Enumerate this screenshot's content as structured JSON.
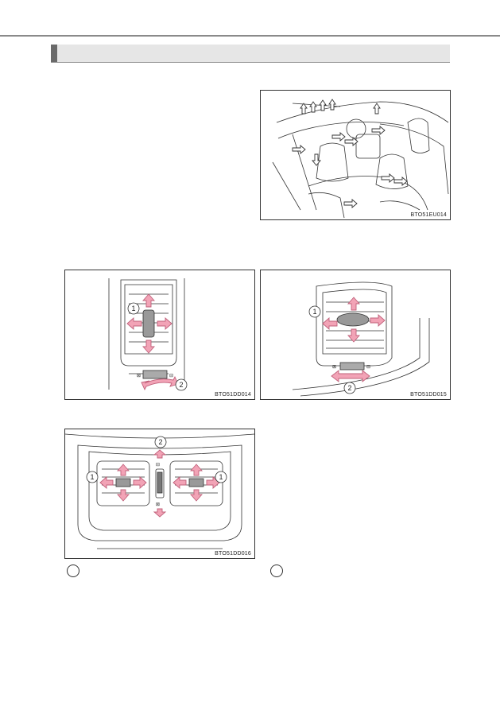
{
  "figures": {
    "fig1": {
      "code": "BTO51EU014"
    },
    "fig2": {
      "code": "BTO51DD014",
      "label_1": "1",
      "label_2": "2"
    },
    "fig3": {
      "code": "BTO51DD015",
      "label_1": "1",
      "label_2": "2"
    },
    "fig4": {
      "code": "BTO51DD016",
      "label_1_left": "1",
      "label_1_right": "1",
      "label_2": "2"
    }
  },
  "colors": {
    "arrow_fill": "#f2a3b6",
    "arrow_stroke": "#c0607a",
    "line": "#333333"
  }
}
